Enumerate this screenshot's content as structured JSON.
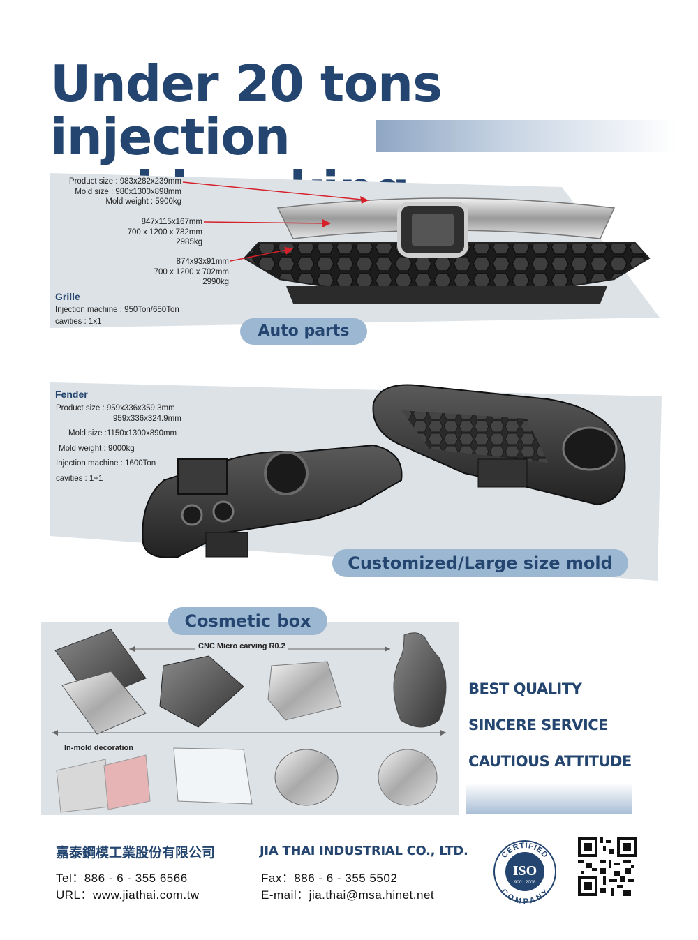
{
  "headline": {
    "line1": "Under 20 tons injection",
    "line2": "mold making"
  },
  "auto_parts": {
    "spec1": [
      "Product size : 983x282x239mm",
      "Mold size : 980x1300x898mm",
      "Mold weight : 5900kg"
    ],
    "spec2": [
      "847x115x167mm",
      "700 x 1200 x 782mm",
      "2985kg"
    ],
    "spec3": [
      "874x93x91mm",
      "700 x 1200 x 702mm",
      "2990kg"
    ],
    "product_name": "Grille",
    "machine": "Injection machine : 950Ton/650Ton",
    "cavities": "cavities : 1x1",
    "pill": "Auto parts"
  },
  "fender": {
    "title": "Fender",
    "product_size_1": "Product size : 959x336x359.3mm",
    "product_size_2": "959x336x324.9mm",
    "mold_size": "Mold size :1150x1300x890mm",
    "mold_weight": "Mold weight : 9000kg",
    "machine": "Injection machine : 1600Ton",
    "cavities": "cavities : 1+1",
    "pill": "Customized/Large size mold"
  },
  "cosmetic": {
    "pill": "Cosmetic box",
    "cnc_label": "CNC Micro carving R0.2",
    "imd_label": "In-mold decoration"
  },
  "slogans": [
    "BEST QUALITY",
    "SINCERE SERVICE",
    "CAUTIOUS ATTITUDE"
  ],
  "footer": {
    "company_cn": "嘉泰鋼模工業股份有限公司",
    "company_en": "JIA THAI INDUSTRIAL CO., LTD.",
    "tel": "Tel：886 - 6 - 355 6566",
    "fax": "Fax：886 - 6 - 355 5502",
    "url": "URL：www.jiathai.com.tw",
    "email": "E-mail：jia.thai@msa.hinet.net"
  },
  "iso_badge": {
    "top": "CERTIFIED",
    "center": "ISO",
    "sub": "9001:2008",
    "bottom": "COMPANY"
  },
  "colors": {
    "navy": "#24456f",
    "pill": "#9cb7d2",
    "panel": "#dde2e6"
  }
}
